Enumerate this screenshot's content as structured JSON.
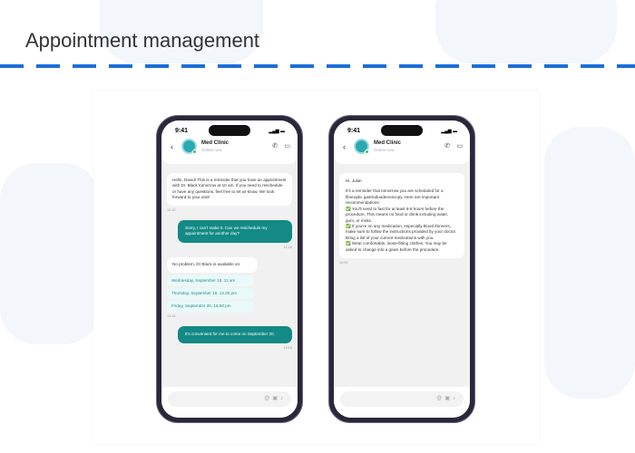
{
  "page_title": "Appointment management",
  "phones": [
    {
      "time": "9:41",
      "contact": "Med Clinic",
      "status": "Online now",
      "messages": {
        "m1": "Hello, David! This is a reminder that you have an appointment with Dr. Black tomorrow at 10 am. If you need to reschedule or have any questions, feel free to let us know. We look forward to your visit!",
        "t1": "12:10",
        "m2": "Sorry, I can't make it. Can we reschedule my appointment for another day?",
        "t2": "12:16",
        "m3": "No problem, Dr Black is available on:",
        "options": [
          "Wednesday, September 18, 11 am",
          "Thursday, September 19, 13.30 pm",
          "Friday, September 20, 16.00 pm"
        ],
        "t3": "12:16",
        "m4": "It's convenient for me to come on September 20.",
        "t4": "12:16"
      }
    },
    {
      "time": "9:41",
      "contact": "Med Clinic",
      "status": "Online now",
      "messages": {
        "greeting": "Hi, Julia!",
        "intro": "It's a reminder that tomorrow you are scheduled for a fiberoptic gastroduodenoscopy. Here are important recommendations:",
        "r1": "✅ You'll need to fast for at least 6-8 hours before the procedure. This means no food or drink including water, gum, or mints.",
        "r2": "✅ If you're on any medication, especially blood thinners, make sure to follow the instructions provided by your doctor. Bring a list of your current medications with you.",
        "r3": "✅ Wear comfortable, loose-fitting clothes. You may be asked to change into a gown before the procedure.",
        "t1": "10:05"
      }
    }
  ],
  "colors": {
    "accent": "#1c6fd8",
    "bubble_out": "#138a85",
    "option_bg": "#eaf9f9"
  }
}
